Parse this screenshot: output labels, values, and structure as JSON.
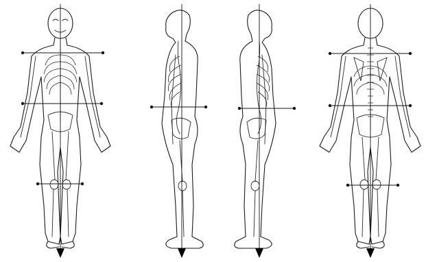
{
  "figure": {
    "views": [
      "anterior",
      "left-lateral",
      "right-lateral",
      "posterior"
    ],
    "icons": {
      "skeleton": "skeleton-figure-icon",
      "plumb_line": "plumb-line",
      "alignment_line": "horizontal-reference-line",
      "ground_marker": "down-arrow-icon"
    },
    "colors": {
      "line": "#1a1a1a",
      "background": "#ffffff"
    }
  }
}
